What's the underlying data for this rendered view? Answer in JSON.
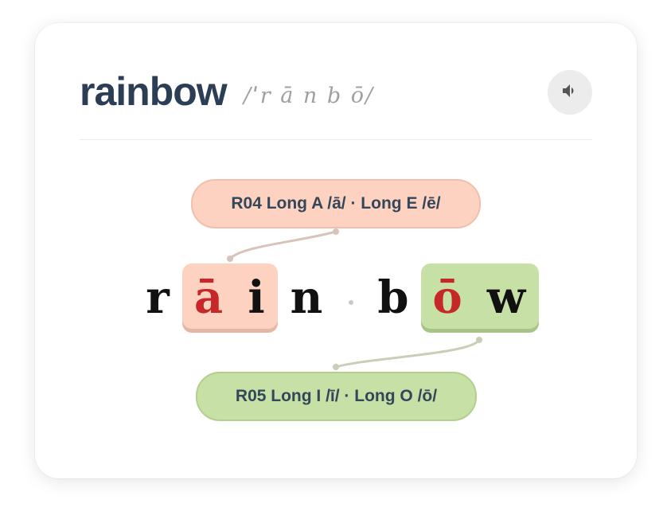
{
  "word": {
    "title": "rainbow",
    "pronunciation": "/ˈr ā n b ō/"
  },
  "icons": {
    "speaker": "speaker-icon"
  },
  "rules": {
    "top": "R04 Long A /ā/ · Long E /ē/",
    "bottom": "R05 Long I /ī/ · Long O /ō/"
  },
  "letters": [
    "r",
    "ā",
    "i",
    "n",
    "b",
    "ō",
    "w"
  ],
  "colors": {
    "title": "#2c3e55",
    "vowel": "#c62828",
    "peach": "#fdd2c0",
    "green": "#c7e0a5"
  }
}
